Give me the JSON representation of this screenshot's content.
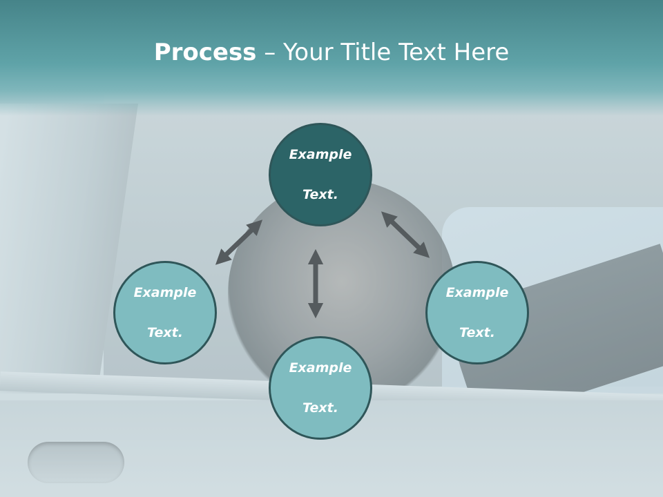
{
  "title": {
    "bold": "Process",
    "rest": " – Your Title Text Here"
  },
  "colors": {
    "title_band": "#468489",
    "node_light": "#7fbcc0",
    "node_dark": "#2c6467",
    "node_border": "#2f5659",
    "arrow": "#555b5e"
  },
  "nodes": {
    "top": {
      "line1": "Example",
      "line2": "Text."
    },
    "left": {
      "line1": "Example",
      "line2": "Text."
    },
    "right": {
      "line1": "Example",
      "line2": "Text."
    },
    "bottom": {
      "line1": "Example",
      "line2": "Text."
    }
  },
  "background": {
    "description_icon": "car-driver-photo"
  }
}
